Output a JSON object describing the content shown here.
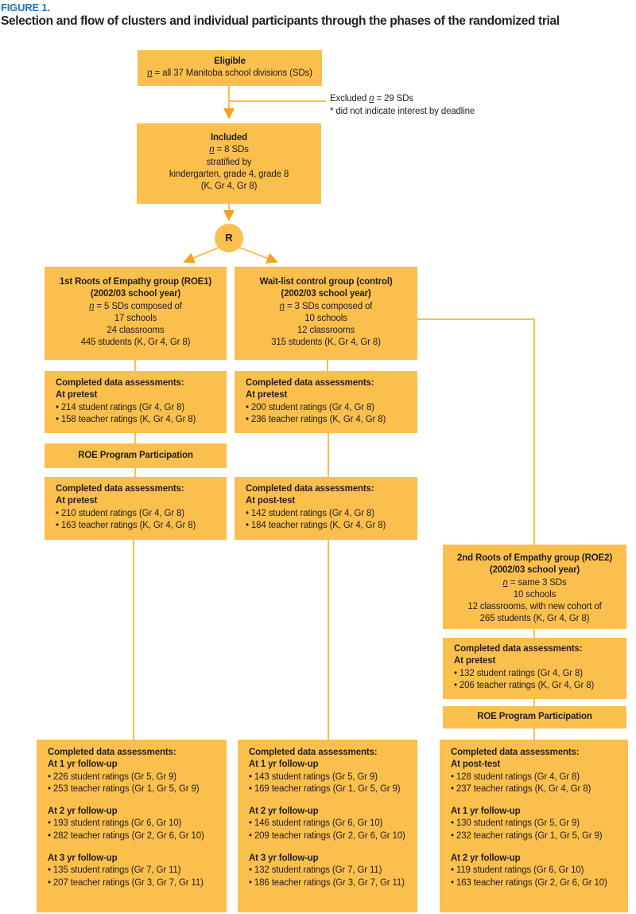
{
  "figure": {
    "label": "FIGURE 1.",
    "title": "Selection and flow of clusters and individual participants through the phases of the randomized trial"
  },
  "colors": {
    "box_fill": "#FBBF4D",
    "connector": "#FBBD4A",
    "arrowhead": "#F5A21D",
    "figure_label_blue": "#1878BE",
    "text": "#231F20"
  },
  "randomization_label": "R",
  "exclusion_note": {
    "line1": "Excluded n = 29 SDs",
    "line2": "* did not indicate interest by deadline"
  },
  "boxes": [
    {
      "id": "eligible",
      "lines": [
        {
          "text": "Eligible",
          "bold": true
        },
        {
          "text": "n = all 37 Manitoba school divisions (SDs)"
        }
      ]
    },
    {
      "id": "included",
      "lines": [
        {
          "text": "Included",
          "bold": true
        },
        {
          "text": "n = 8 SDs"
        },
        {
          "text": "stratified by"
        },
        {
          "text": "kindergarten, grade 4, grade 8"
        },
        {
          "text": "(K, Gr 4, Gr 8)"
        }
      ]
    },
    {
      "id": "roe1-group",
      "lines": [
        {
          "text": "1st Roots of Empathy group (ROE1)",
          "bold": true
        },
        {
          "text": "(2002/03 school year)",
          "bold": true
        },
        {
          "text": "n = 5 SDs composed of"
        },
        {
          "text": "17 schools"
        },
        {
          "text": "24 classrooms"
        },
        {
          "text": "445 students (K, Gr 4, Gr 8)"
        }
      ]
    },
    {
      "id": "control-group",
      "lines": [
        {
          "text": "Wait-list control group (control)",
          "bold": true
        },
        {
          "text": "(2002/03 school year)",
          "bold": true
        },
        {
          "text": "n = 3 SDs composed of"
        },
        {
          "text": "10 schools"
        },
        {
          "text": "12 classrooms"
        },
        {
          "text": "315 students (K, Gr 4, Gr 8)"
        }
      ]
    },
    {
      "id": "roe1-pretest",
      "lines": [
        {
          "text": "Completed data assessments:",
          "bold": true
        },
        {
          "text": "At pretest",
          "bold": true
        },
        {
          "text": "• 214 student ratings (Gr 4, Gr 8)"
        },
        {
          "text": "• 158 teacher ratings (K, Gr 4, Gr 8)"
        }
      ]
    },
    {
      "id": "control-pretest",
      "lines": [
        {
          "text": "Completed data assessments:",
          "bold": true
        },
        {
          "text": "At pretest",
          "bold": true
        },
        {
          "text": "• 200 student ratings (Gr 4, Gr 8)"
        },
        {
          "text": "• 236 teacher ratings (K, Gr 4, Gr 8)"
        }
      ]
    },
    {
      "id": "roe1-participation",
      "lines": [
        {
          "text": "ROE Program Participation",
          "bold": true
        }
      ]
    },
    {
      "id": "roe1-pretest2",
      "lines": [
        {
          "text": "Completed data assessments:",
          "bold": true
        },
        {
          "text": "At pretest",
          "bold": true
        },
        {
          "text": "• 210 student ratings (Gr 4, Gr 8)"
        },
        {
          "text": "• 163 teacher ratings (K, Gr 4, Gr 8)"
        }
      ]
    },
    {
      "id": "control-posttest",
      "lines": [
        {
          "text": "Completed data assessments:",
          "bold": true
        },
        {
          "text": "At post-test",
          "bold": true
        },
        {
          "text": "• 142 student ratings (Gr 4, Gr 8)"
        },
        {
          "text": "• 184 teacher ratings (K, Gr 4, Gr 8)"
        }
      ]
    },
    {
      "id": "roe2-group",
      "lines": [
        {
          "text": "2nd Roots of Empathy group (ROE2)",
          "bold": true
        },
        {
          "text": "(2002/03 school year)",
          "bold": true
        },
        {
          "text": "n = same 3 SDs"
        },
        {
          "text": "10 schools"
        },
        {
          "text": "12 classrooms, with new cohort of"
        },
        {
          "text": "265 students (K, Gr 4, Gr 8)"
        }
      ]
    },
    {
      "id": "roe2-pretest",
      "lines": [
        {
          "text": "Completed data assessments:",
          "bold": true
        },
        {
          "text": "At pretest",
          "bold": true
        },
        {
          "text": "• 132 student ratings (Gr 4, Gr 8)"
        },
        {
          "text": "• 206 teacher ratings (K, Gr 4, Gr 8)"
        }
      ]
    },
    {
      "id": "roe2-participation",
      "lines": [
        {
          "text": "ROE Program Participation",
          "bold": true
        }
      ]
    },
    {
      "id": "roe1-followup",
      "lines": [
        {
          "text": "Completed data assessments:",
          "bold": true
        },
        {
          "text": "At 1 yr follow-up",
          "bold": true
        },
        {
          "text": "• 226 student ratings (Gr 5, Gr 9)"
        },
        {
          "text": "• 253 teacher ratings (Gr 1, Gr 5, Gr 9)"
        },
        {
          "gap": true
        },
        {
          "text": "At 2 yr follow-up",
          "bold": true
        },
        {
          "text": "• 193 student ratings (Gr 6, Gr 10)"
        },
        {
          "text": "• 282 teacher ratings (Gr 2, Gr 6, Gr 10)"
        },
        {
          "gap": true
        },
        {
          "text": "At 3 yr follow-up",
          "bold": true
        },
        {
          "text": "• 135 student ratings (Gr 7, Gr 11)"
        },
        {
          "text": "• 207 teacher ratings (Gr 3, Gr 7, Gr 11)"
        }
      ]
    },
    {
      "id": "control-followup",
      "lines": [
        {
          "text": "Completed data assessments:",
          "bold": true
        },
        {
          "text": "At 1 yr follow-up",
          "bold": true
        },
        {
          "text": "• 143 student ratings (Gr 5, Gr 9)"
        },
        {
          "text": "• 169 teacher ratings (Gr 1, Gr 5, Gr 9)"
        },
        {
          "gap": true
        },
        {
          "text": "At 2 yr follow-up",
          "bold": true
        },
        {
          "text": "• 146 student ratings (Gr 6, Gr 10)"
        },
        {
          "text": "• 209 teacher ratings (Gr 2, Gr 6, Gr 10)"
        },
        {
          "gap": true
        },
        {
          "text": "At 3 yr follow-up",
          "bold": true
        },
        {
          "text": "• 132 student ratings (Gr 7, Gr 11)"
        },
        {
          "text": "• 186 teacher ratings (Gr 3, Gr 7, Gr 11)"
        }
      ]
    },
    {
      "id": "roe2-followup",
      "lines": [
        {
          "text": "Completed data assessments:",
          "bold": true
        },
        {
          "text": "At post-test",
          "bold": true
        },
        {
          "text": "• 128 student ratings (Gr 4, Gr 8)"
        },
        {
          "text": "• 237 teacher ratings (K, Gr 4, Gr 8)"
        },
        {
          "gap": true
        },
        {
          "text": "At 1 yr follow-up",
          "bold": true
        },
        {
          "text": "• 130 student ratings (Gr 5, Gr 9)"
        },
        {
          "text": "• 232 teacher ratings (Gr 1, Gr 5, Gr 9)"
        },
        {
          "gap": true
        },
        {
          "text": "At 2 yr follow-up",
          "bold": true
        },
        {
          "text": "• 119 student ratings (Gr 6, Gr 10)"
        },
        {
          "text": "• 163 teacher ratings (Gr 2, Gr 6, Gr 10)"
        }
      ]
    }
  ]
}
